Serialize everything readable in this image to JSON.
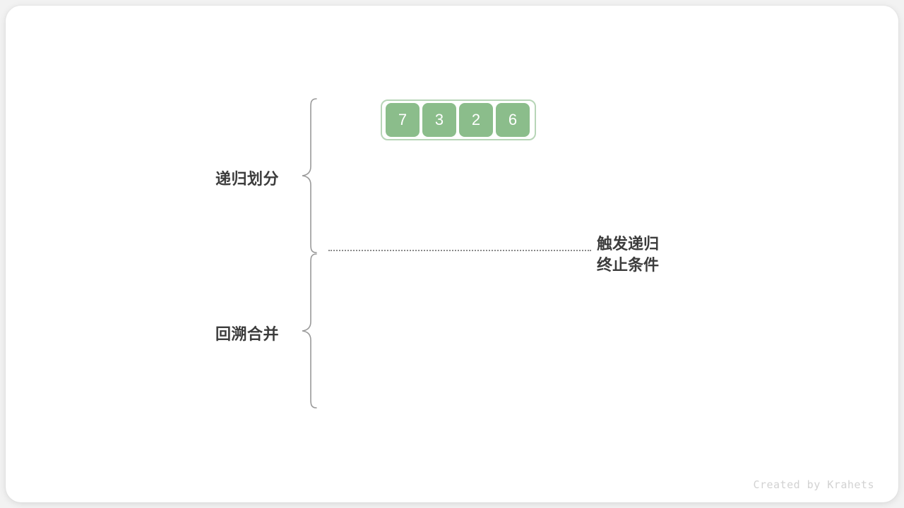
{
  "canvas": {
    "background_color": "#f2f2f2",
    "card_color": "#ffffff"
  },
  "array": {
    "outline_color": "#b7d5b7",
    "cell_color": "#8bbd8b",
    "cell_text_color": "#ffffff",
    "values": [
      "7",
      "3",
      "2",
      "6"
    ]
  },
  "sections": [
    {
      "id": "divide",
      "label": "递归划分"
    },
    {
      "id": "merge",
      "label": "回溯合并"
    }
  ],
  "annotation": {
    "line1": "触发递归",
    "line2": "终止条件",
    "color": "#3c3c3c"
  },
  "divider": {
    "style": "dotted",
    "color": "#8a8a8a"
  },
  "credit": {
    "text": "Created by Krahets",
    "color": "#d2d2d2"
  }
}
